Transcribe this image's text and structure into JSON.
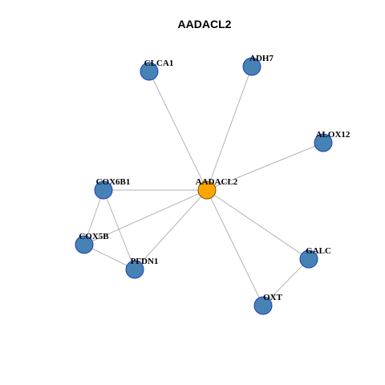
{
  "title": "AADACL2",
  "colors": {
    "hub_fill": "#FFA500",
    "node_fill": "#4682B4",
    "node_stroke": "#1f3fbf",
    "hub_stroke": "#7a5200",
    "edge": "#b3b3b3"
  },
  "nodes": [
    {
      "id": "AADACL2",
      "label": "AADACL2",
      "hub": true
    },
    {
      "id": "CLCA1",
      "label": "CLCA1",
      "hub": false
    },
    {
      "id": "ADH7",
      "label": "ADH7",
      "hub": false
    },
    {
      "id": "ALOX12",
      "label": "ALOX12",
      "hub": false
    },
    {
      "id": "COX6B1",
      "label": "COX6B1",
      "hub": false
    },
    {
      "id": "COX5B",
      "label": "COX5B",
      "hub": false
    },
    {
      "id": "PFDN1",
      "label": "PFDN1",
      "hub": false
    },
    {
      "id": "GALC",
      "label": "GALC",
      "hub": false
    },
    {
      "id": "OXT",
      "label": "OXT",
      "hub": false
    }
  ],
  "edges": [
    [
      "AADACL2",
      "CLCA1"
    ],
    [
      "AADACL2",
      "ADH7"
    ],
    [
      "AADACL2",
      "ALOX12"
    ],
    [
      "AADACL2",
      "COX6B1"
    ],
    [
      "AADACL2",
      "COX5B"
    ],
    [
      "AADACL2",
      "PFDN1"
    ],
    [
      "AADACL2",
      "GALC"
    ],
    [
      "AADACL2",
      "OXT"
    ],
    [
      "COX6B1",
      "COX5B"
    ],
    [
      "COX6B1",
      "PFDN1"
    ],
    [
      "COX5B",
      "PFDN1"
    ],
    [
      "GALC",
      "OXT"
    ]
  ]
}
